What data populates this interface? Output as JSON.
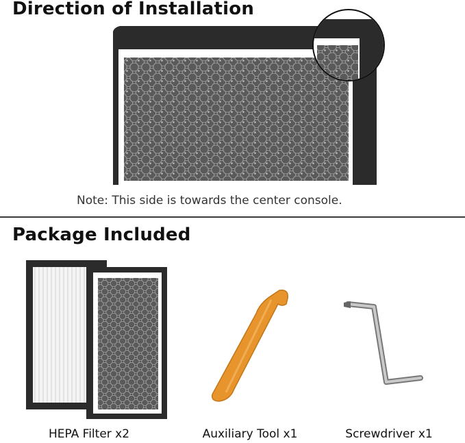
{
  "installation": {
    "heading": "Direction of Installation",
    "note": "Note: This side is towards the center console."
  },
  "package": {
    "heading": "Package Included",
    "items": [
      {
        "label": "HEPA Filter x2",
        "icon": "filter-icon"
      },
      {
        "label": "Auxiliary Tool x1",
        "icon": "pry-tool-icon"
      },
      {
        "label": "Screwdriver x1",
        "icon": "screwdriver-icon"
      }
    ]
  },
  "colors": {
    "frame": "#2b2b2b",
    "carbon": "#4a4a4a",
    "tool": "#e8942c",
    "metal": "#a8a8a8"
  }
}
